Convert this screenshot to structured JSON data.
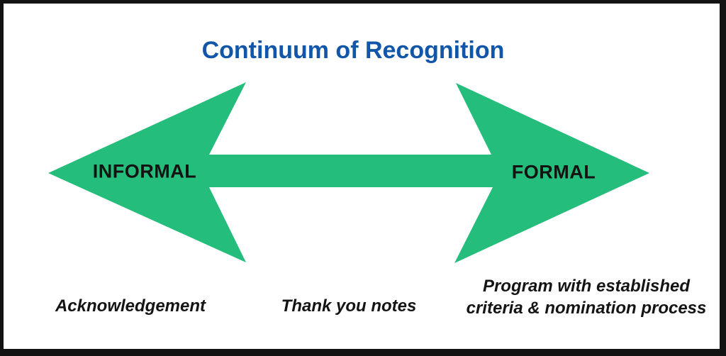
{
  "title": "Continuum of Recognition",
  "colors": {
    "title_blue": "#1156A8",
    "arrow_green": "#24BD7B",
    "text_black": "#141414",
    "border_black": "#131313"
  },
  "continuum": {
    "left_end_label": "INFORMAL",
    "right_end_label": "FORMAL"
  },
  "examples": {
    "informal": "Acknowledgement",
    "middle": "Thank you notes",
    "formal_line1": "Program with established",
    "formal_line2": "criteria & nomination process"
  }
}
